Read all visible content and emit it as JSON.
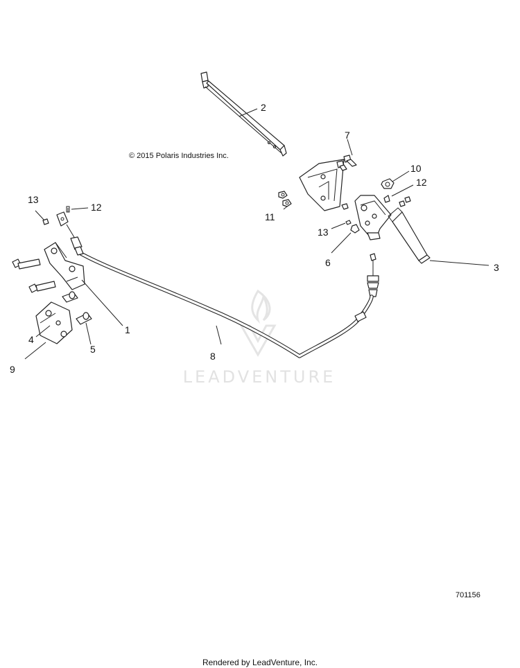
{
  "copyright": "© 2015 Polaris Industries Inc.",
  "watermark": "LEADVENTURE",
  "diagram_number": "701156",
  "footer": "Rendered by LeadVenture, Inc.",
  "watermark_logo": "leadventure-flame-logo",
  "callouts": [
    {
      "id": "c1",
      "text": "1"
    },
    {
      "id": "c2",
      "text": "2"
    },
    {
      "id": "c3",
      "text": "3"
    },
    {
      "id": "c4",
      "text": "4"
    },
    {
      "id": "c5",
      "text": "5"
    },
    {
      "id": "c6",
      "text": "6"
    },
    {
      "id": "c7",
      "text": "7"
    },
    {
      "id": "c8",
      "text": "8"
    },
    {
      "id": "c9",
      "text": "9"
    },
    {
      "id": "c10",
      "text": "10"
    },
    {
      "id": "c11",
      "text": "11"
    },
    {
      "id": "c12a",
      "text": "12"
    },
    {
      "id": "c12b",
      "text": "12"
    },
    {
      "id": "c13a",
      "text": "13"
    },
    {
      "id": "c13b",
      "text": "13"
    }
  ]
}
